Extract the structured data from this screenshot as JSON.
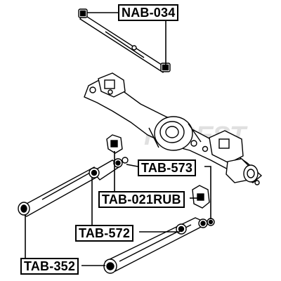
{
  "watermark": "FEBEST",
  "labels": {
    "nab034": "NAB-034",
    "tab573": "TAB-573",
    "tab021rub": "TAB-021RUB",
    "tab572": "TAB-572",
    "tab352": "TAB-352"
  }
}
